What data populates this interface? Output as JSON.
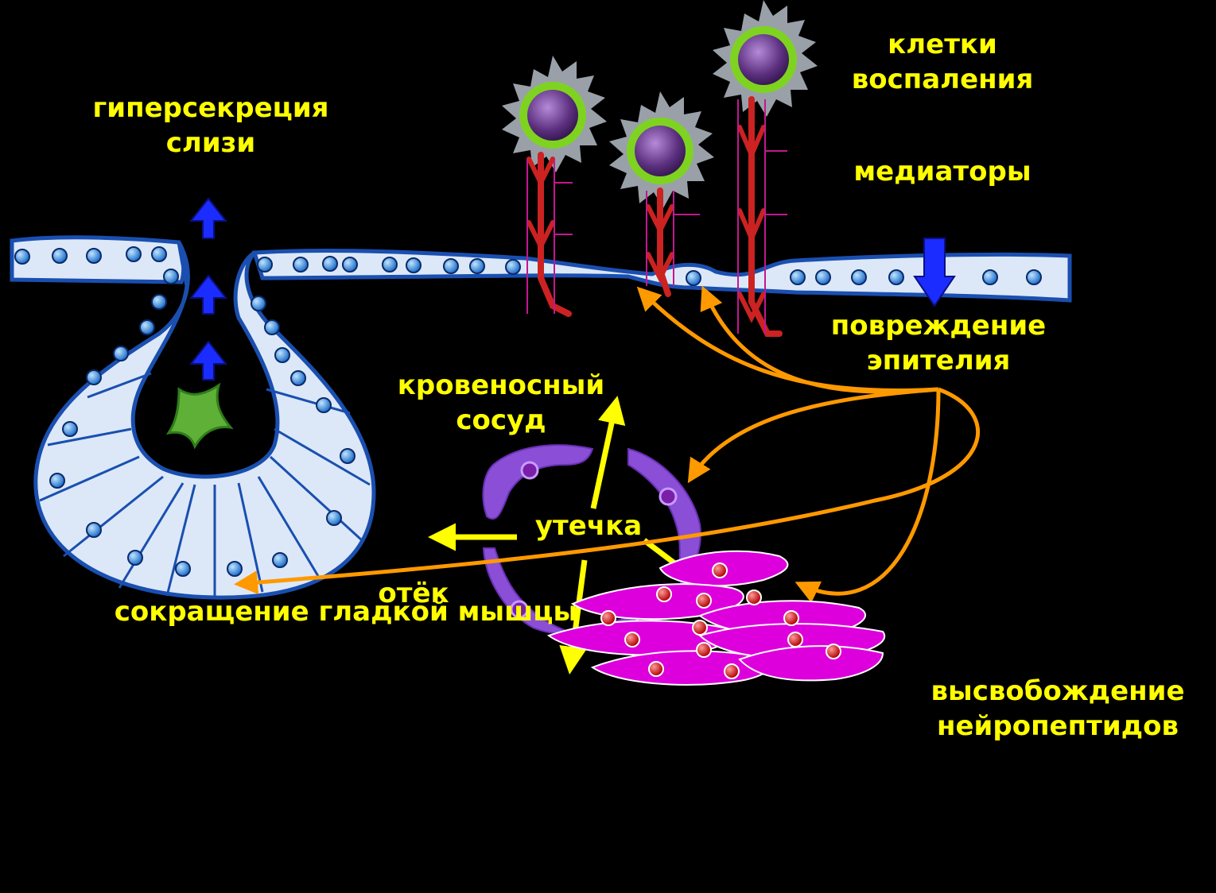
{
  "labels": {
    "mucus": [
      "гиперсекреция",
      "слизи"
    ],
    "inflammatory_cells": [
      "клетки",
      "воспаления"
    ],
    "mediators": "медиаторы",
    "epithelial_damage": [
      "повреждение",
      "эпителия"
    ],
    "blood_vessel": [
      "кровеносный",
      "сосуд"
    ],
    "leak": "утечка",
    "edema": "отёк",
    "neuropeptides": [
      "высвобождение",
      "нейропептидов"
    ],
    "smooth_muscle": "сокращение гладкой мышцы"
  },
  "colors": {
    "background": "#000000",
    "label_text": "#ffff00",
    "causal_arrow": "#ff9900",
    "leak_arrow": "#ffff00",
    "mediator_arrow": "#cc2222",
    "mucus_arrow": "#1a2cff",
    "epithelium_fill": "#dce8f8",
    "epithelium_outline": "#1a4fb0",
    "vessel": "#8a4fd6",
    "smooth_muscle": "#dd00dd",
    "inflammatory_cell_ring": "#7ed321"
  }
}
